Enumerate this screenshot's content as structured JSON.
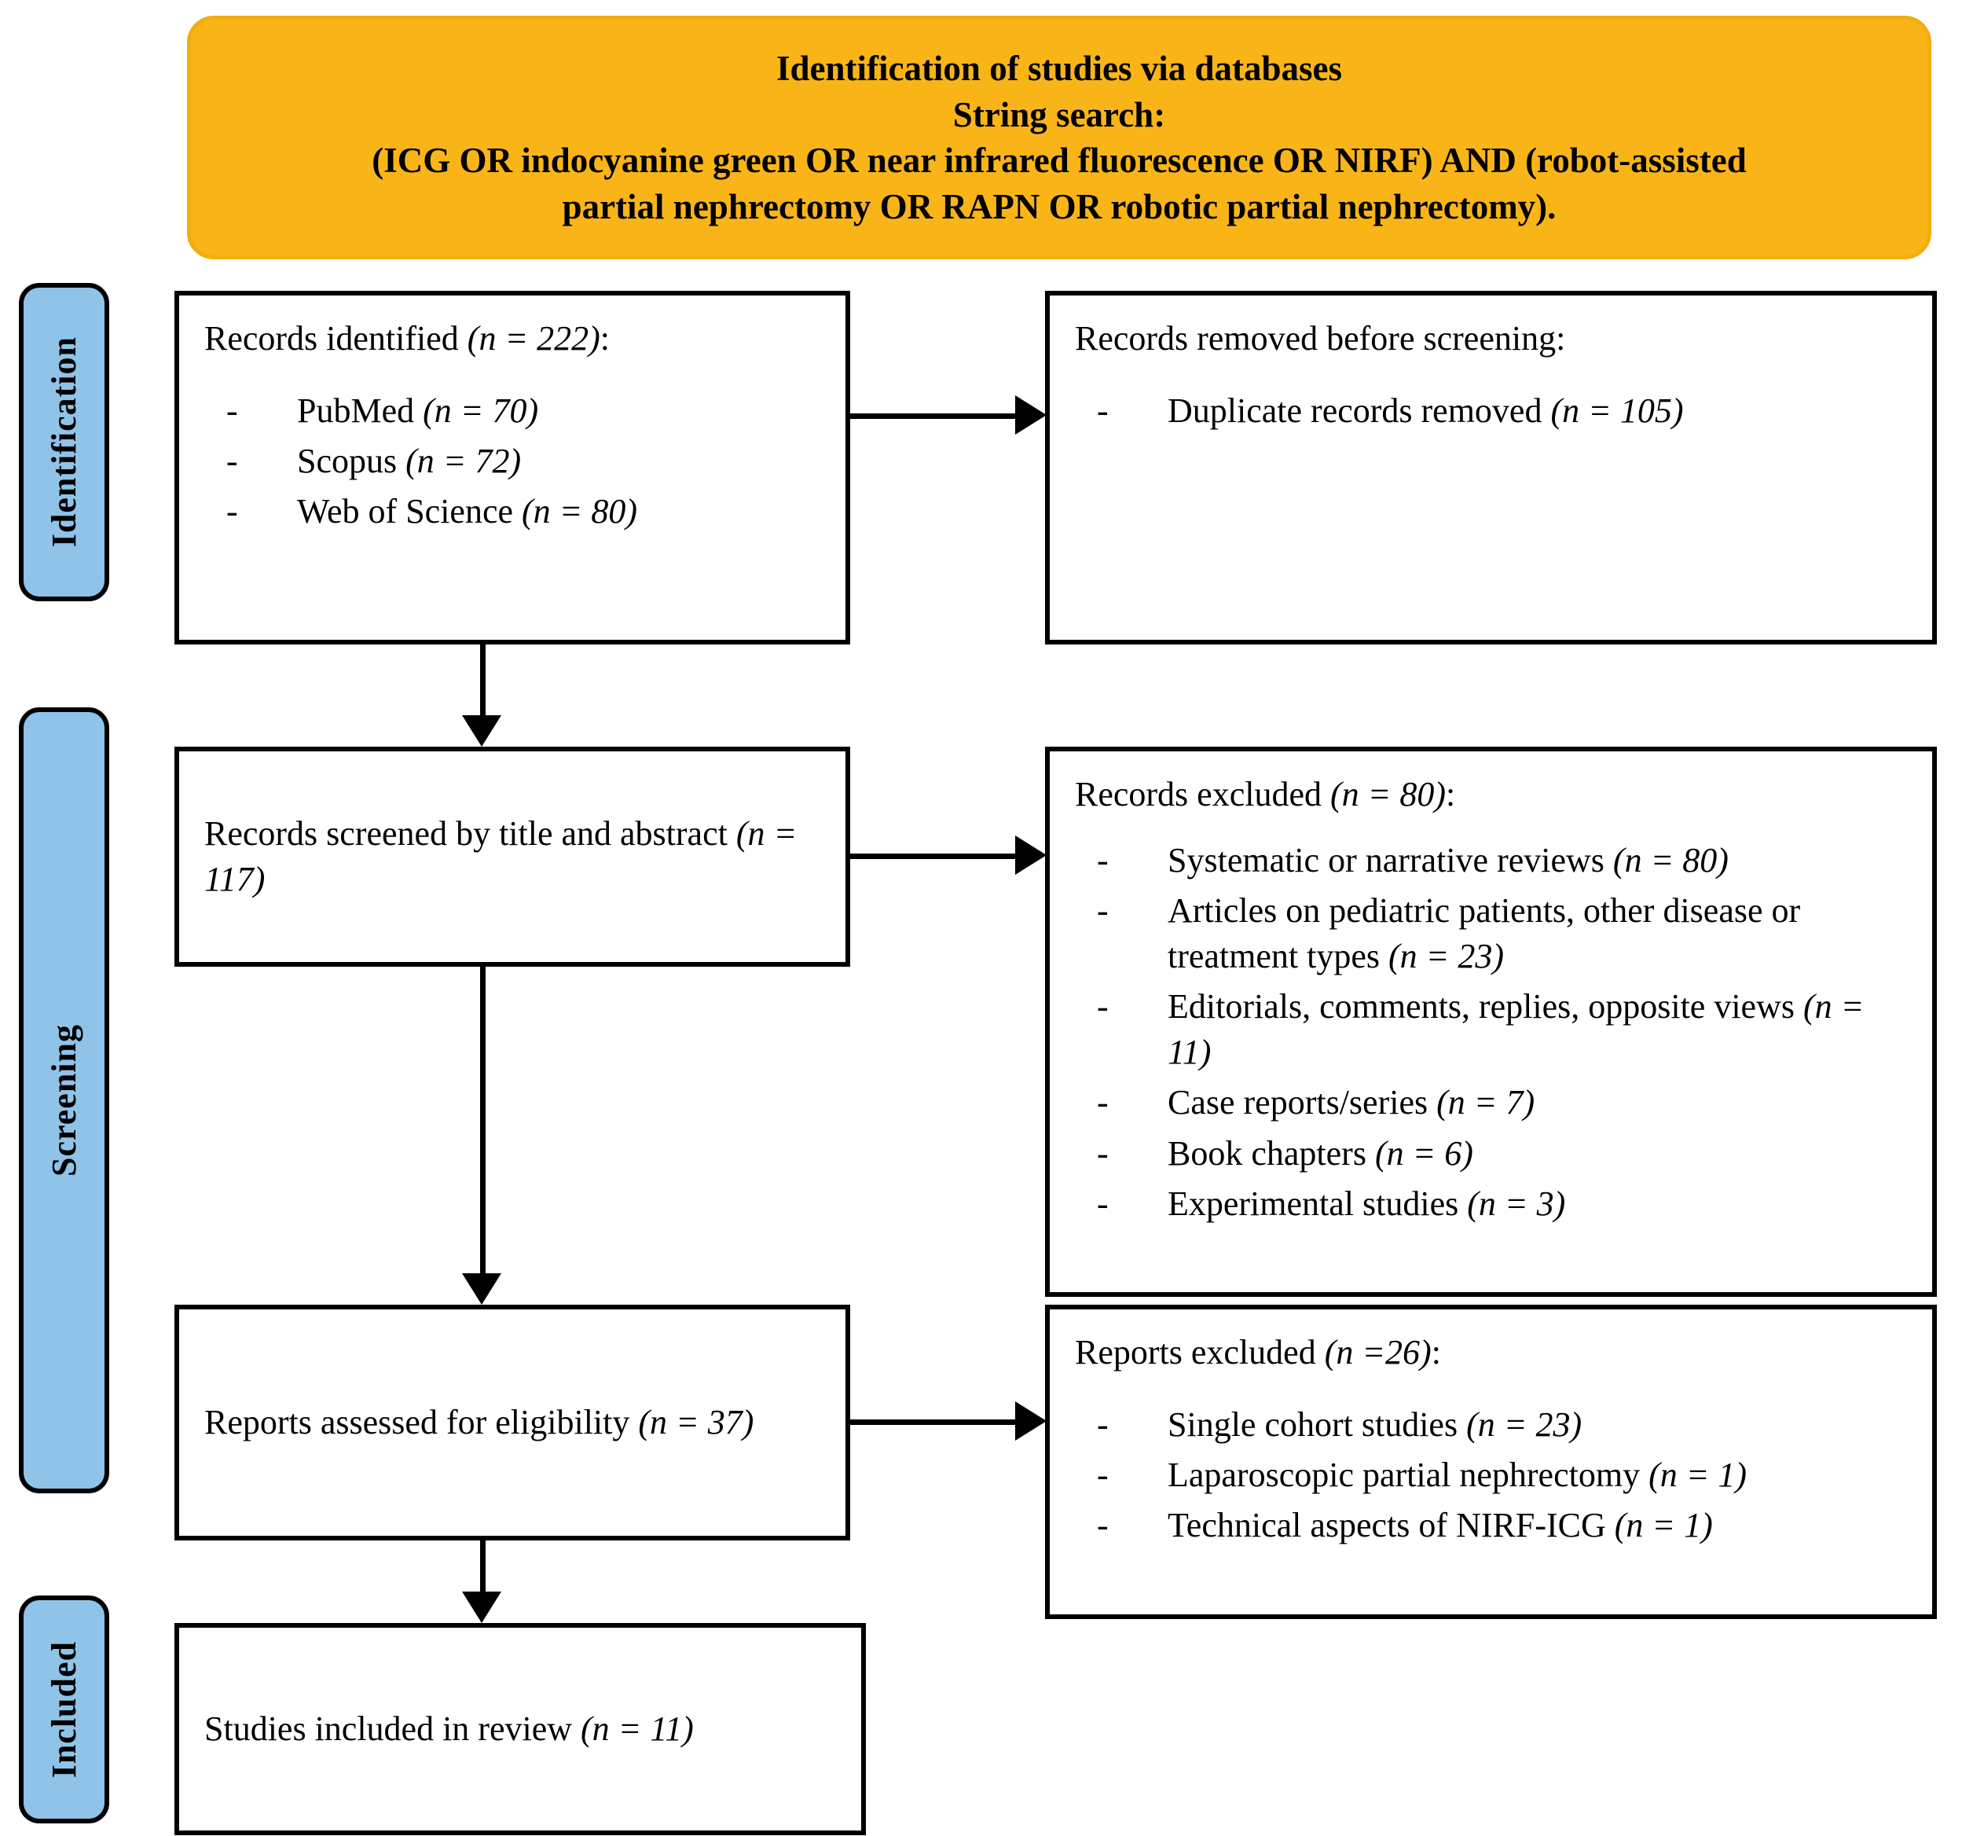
{
  "header": {
    "line1": "Identification of studies via databases",
    "line2": "String search:",
    "line3": "(ICG OR indocyanine green OR near infrared fluorescence OR NIRF) AND (robot-assisted",
    "line4": "partial nephrectomy OR RAPN OR robotic partial nephrectomy).",
    "background_color": "#F9B518"
  },
  "stages": {
    "identification": "Identification",
    "screening": "Screening",
    "included": "Included",
    "rail_color": "#8FC3E8"
  },
  "boxes": {
    "identified": {
      "title": "Records identified (n = 222):",
      "bullets": [
        "PubMed (n = 70)",
        "Scopus (n = 72)",
        "Web of Science (n = 80)"
      ]
    },
    "removed": {
      "title": "Records removed before screening:",
      "bullets": [
        "Duplicate records removed (n = 105)"
      ]
    },
    "screened": {
      "title": "Records screened by title and abstract (n = 117)"
    },
    "records_excluded": {
      "title": "Records excluded (n = 80):",
      "bullets": [
        "Systematic or narrative reviews (n = 80)",
        "Articles on pediatric patients, other disease or treatment types (n = 23)",
        "Editorials, comments, replies, opposite views (n = 11)",
        "Case reports/series (n = 7)",
        "Book chapters (n = 6)",
        "Experimental studies (n = 3)"
      ]
    },
    "eligibility": {
      "title": "Reports assessed for eligibility (n = 37)"
    },
    "reports_excluded": {
      "title": "Reports excluded (n =26):",
      "bullets": [
        "Single cohort studies (n = 23)",
        "Laparoscopic partial nephrectomy (n = 1)",
        "Technical aspects of NIRF-ICG (n = 1)"
      ]
    },
    "included": {
      "title": "Studies included in review (n = 11)"
    }
  },
  "chart_data": {
    "type": "diagram",
    "title": "PRISMA flow diagram",
    "nodes": [
      {
        "id": "identified",
        "stage": "Identification",
        "label": "Records identified",
        "n": 222,
        "breakdown": [
          {
            "source": "PubMed",
            "n": 70
          },
          {
            "source": "Scopus",
            "n": 72
          },
          {
            "source": "Web of Science",
            "n": 80
          }
        ]
      },
      {
        "id": "removed",
        "stage": "Identification",
        "label": "Records removed before screening",
        "n": 105,
        "breakdown": [
          {
            "reason": "Duplicate records removed",
            "n": 105
          }
        ]
      },
      {
        "id": "screened",
        "stage": "Screening",
        "label": "Records screened by title and abstract",
        "n": 117
      },
      {
        "id": "records_excluded",
        "stage": "Screening",
        "label": "Records excluded",
        "n": 80,
        "breakdown": [
          {
            "reason": "Systematic or narrative reviews",
            "n": 80
          },
          {
            "reason": "Articles on pediatric patients, other disease or treatment types",
            "n": 23
          },
          {
            "reason": "Editorials, comments, replies, opposite views",
            "n": 11
          },
          {
            "reason": "Case reports/series",
            "n": 7
          },
          {
            "reason": "Book chapters",
            "n": 6
          },
          {
            "reason": "Experimental studies",
            "n": 3
          }
        ]
      },
      {
        "id": "eligibility",
        "stage": "Screening",
        "label": "Reports assessed for eligibility",
        "n": 37
      },
      {
        "id": "reports_excluded",
        "stage": "Screening",
        "label": "Reports excluded",
        "n": 26,
        "breakdown": [
          {
            "reason": "Single cohort studies",
            "n": 23
          },
          {
            "reason": "Laparoscopic partial nephrectomy",
            "n": 1
          },
          {
            "reason": "Technical aspects of NIRF-ICG",
            "n": 1
          }
        ]
      },
      {
        "id": "included",
        "stage": "Included",
        "label": "Studies included in review",
        "n": 11
      }
    ],
    "edges": [
      {
        "from": "identified",
        "to": "removed",
        "direction": "right"
      },
      {
        "from": "identified",
        "to": "screened",
        "direction": "down"
      },
      {
        "from": "screened",
        "to": "records_excluded",
        "direction": "right"
      },
      {
        "from": "screened",
        "to": "eligibility",
        "direction": "down"
      },
      {
        "from": "eligibility",
        "to": "reports_excluded",
        "direction": "right"
      },
      {
        "from": "eligibility",
        "to": "included",
        "direction": "down"
      }
    ]
  }
}
